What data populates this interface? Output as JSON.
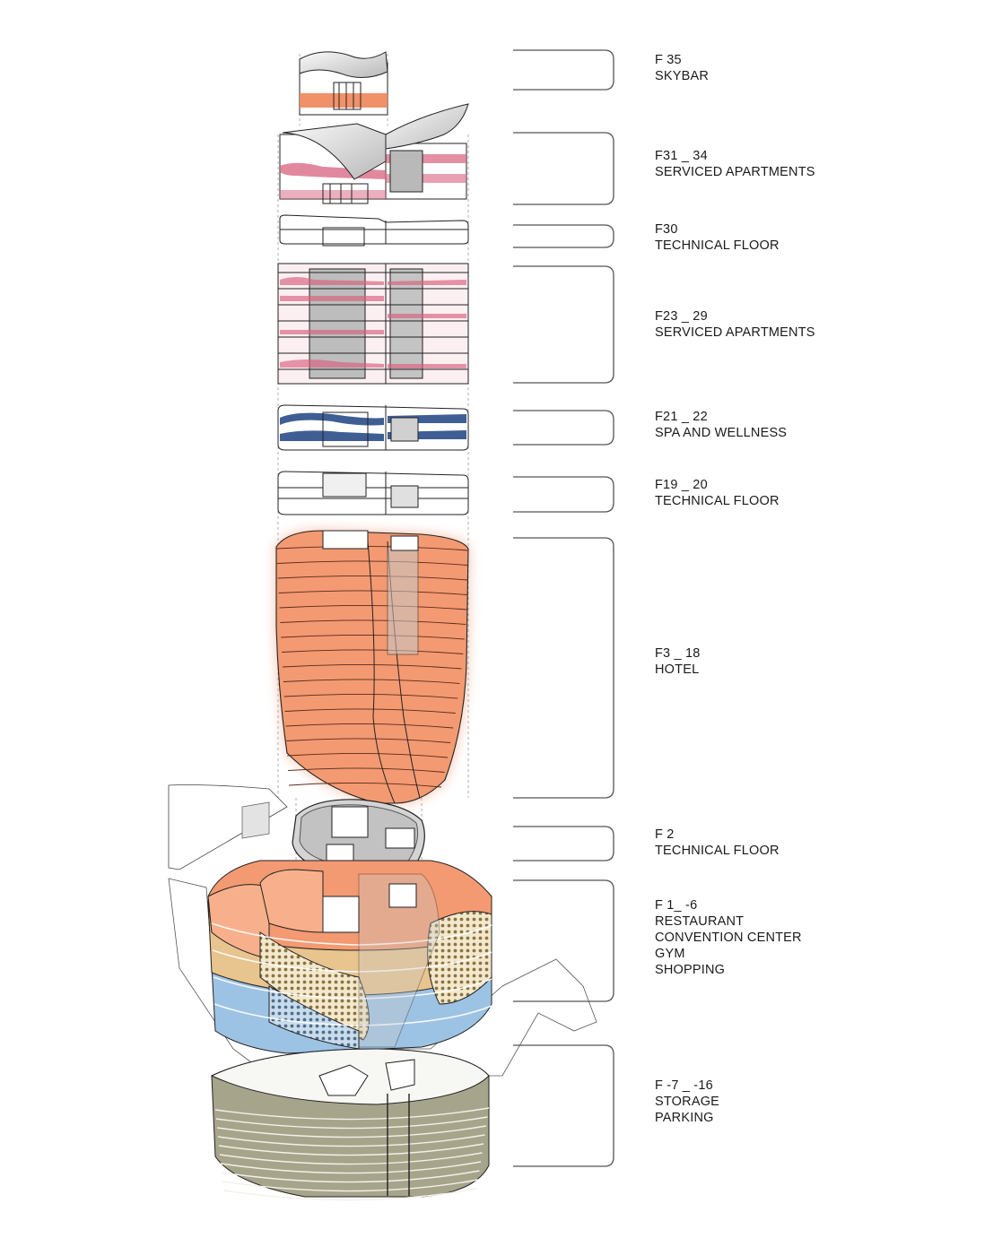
{
  "colors": {
    "hotel": "#f0855a",
    "apartments": "#d8607e",
    "spa": "#3f5e94",
    "podium_sand": "#e8c48e",
    "podium_blue": "#9dc3e4",
    "parking": "#a7a48c",
    "outline": "#222222",
    "bracket": "#555555"
  },
  "sections": [
    {
      "id": "skybar",
      "lines": [
        "F 35",
        "SKYBAR"
      ]
    },
    {
      "id": "apts-top",
      "lines": [
        "F31 _ 34",
        "SERVICED APARTMENTS"
      ]
    },
    {
      "id": "tech-30",
      "lines": [
        "F30",
        "TECHNICAL FLOOR"
      ]
    },
    {
      "id": "apts-mid",
      "lines": [
        "F23 _ 29",
        "SERVICED APARTMENTS"
      ]
    },
    {
      "id": "spa",
      "lines": [
        "F21 _ 22",
        "SPA  AND WELLNESS"
      ]
    },
    {
      "id": "tech-19",
      "lines": [
        "F19 _ 20",
        "TECHNICAL FLOOR"
      ]
    },
    {
      "id": "hotel",
      "lines": [
        "F3 _ 18",
        "HOTEL"
      ]
    },
    {
      "id": "tech-2",
      "lines": [
        "F 2",
        "TECHNICAL FLOOR"
      ]
    },
    {
      "id": "podium",
      "lines": [
        "F 1_ -6",
        "RESTAURANT",
        "CONVENTION CENTER",
        "GYM",
        "SHOPPING"
      ]
    },
    {
      "id": "basement",
      "lines": [
        "F -7 _ -16",
        "STORAGE",
        "PARKING"
      ]
    }
  ]
}
